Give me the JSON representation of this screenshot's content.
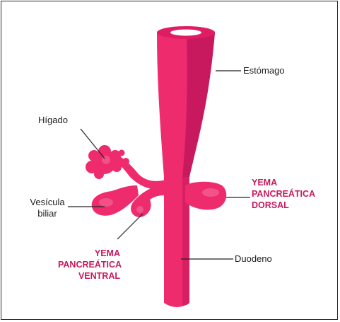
{
  "labels": {
    "estomago": "Estómago",
    "higado": "Hígado",
    "vesicula_line1": "Vesícula",
    "vesicula_line2": "biliar",
    "yema_dorsal_line1": "YEMA",
    "yema_dorsal_line2": "PANCREÁTICA",
    "yema_dorsal_line3": "DORSAL",
    "yema_ventral_line1": "YEMA",
    "yema_ventral_line2": "PANCREÁTICA",
    "yema_ventral_line3": "VENTRAL",
    "duodeno": "Duodeno"
  },
  "colors": {
    "organ_main": "#ee2b6c",
    "organ_shadow": "#c8195e",
    "organ_light": "#f5709c",
    "label_accent": "#c8195e",
    "leader_line": "#222222"
  }
}
